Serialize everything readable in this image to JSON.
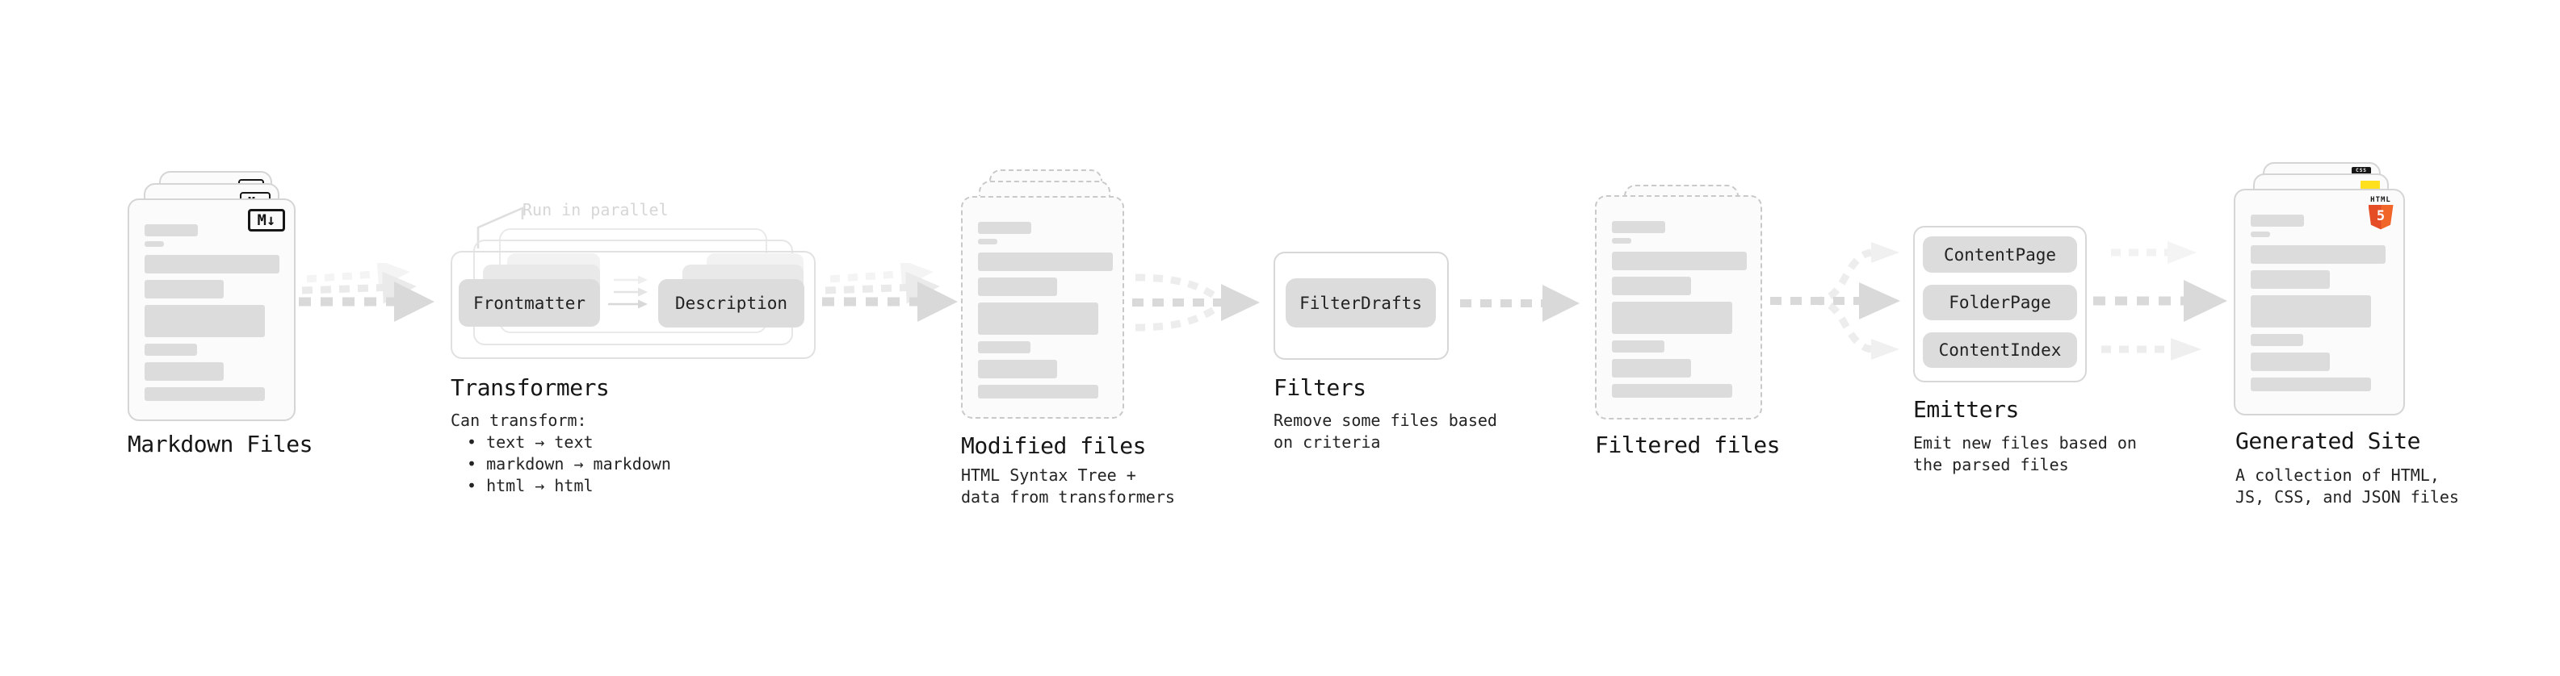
{
  "markdown": {
    "label": "Markdown Files",
    "icon_label": "M↓"
  },
  "transformers": {
    "label": "Transformers",
    "parallel_note": "Run in parallel",
    "buttons": [
      "Frontmatter",
      "Description"
    ],
    "desc": [
      "Can transform:",
      "• text → text",
      "• markdown → markdown",
      "• html → html"
    ]
  },
  "modified": {
    "label": "Modified files",
    "desc": [
      "HTML Syntax Tree +",
      "data from transformers"
    ]
  },
  "filters": {
    "label": "Filters",
    "buttons": [
      "FilterDrafts"
    ],
    "desc": [
      "Remove some files based",
      "on criteria"
    ]
  },
  "filtered": {
    "label": "Filtered files"
  },
  "emitters": {
    "label": "Emitters",
    "buttons": [
      "ContentPage",
      "FolderPage",
      "ContentIndex"
    ],
    "desc": [
      "Emit new files based on",
      "the parsed files"
    ]
  },
  "generated": {
    "label": "Generated Site",
    "desc": [
      "A collection of HTML,",
      "JS, CSS, and JSON files"
    ],
    "badges": {
      "css": "CSS",
      "html_word": "HTML",
      "html_number": "5"
    }
  },
  "colors": {
    "html5_orange": "#e44d26",
    "js_yellow": "#ffe01e",
    "css_blue": "#2361e8",
    "arrow_gray": "#d9d9d9",
    "arrow_light": "#ededed"
  }
}
